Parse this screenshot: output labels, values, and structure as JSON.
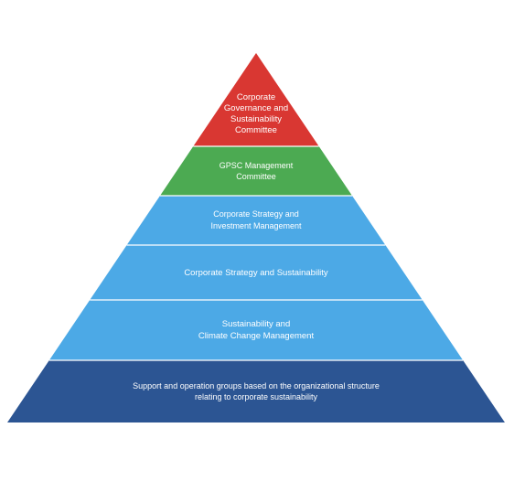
{
  "pyramid": {
    "tiers": [
      {
        "name": "tier-governance-committee",
        "lines": [
          "Corporate",
          "Governance and",
          "Sustainability",
          "Committee"
        ],
        "color": "#d93732"
      },
      {
        "name": "tier-management-committee",
        "lines": [
          "GPSC Management",
          "Committee"
        ],
        "color": "#4caa52"
      },
      {
        "name": "tier-strategy-investment",
        "lines": [
          "Corporate Strategy and",
          "Investment Management"
        ],
        "color": "#4ca9e6"
      },
      {
        "name": "tier-strategy-sustainability",
        "lines": [
          "Corporate Strategy and Sustainability"
        ],
        "color": "#4ca9e6"
      },
      {
        "name": "tier-climate-change",
        "lines": [
          "Sustainability and",
          "Climate Change Management"
        ],
        "color": "#4ca9e6"
      },
      {
        "name": "tier-support-groups",
        "lines": [
          "Support and operation groups based on the organizational structure",
          "relating to corporate sustainability"
        ],
        "color": "#2c5593"
      }
    ],
    "divider_color": "#ffffff"
  }
}
